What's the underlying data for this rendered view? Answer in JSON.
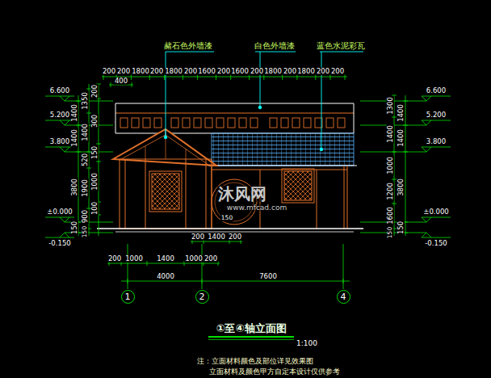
{
  "diagram": {
    "title": "①至④轴立面图",
    "nodes": [
      {
        "text": [
          "1"
        ]
      },
      {
        "text": [
          "2"
        ]
      },
      {
        "text": [
          "4"
        ]
      }
    ],
    "labels": [
      "赭石色外墙漆",
      "白色外墙漆",
      "蓝色水泥彩瓦",
      "200",
      "200",
      "1800",
      "200",
      "1800",
      "200",
      "1600",
      "200",
      "1600",
      "200",
      "1800",
      "200",
      "1800",
      "200",
      "200",
      "400",
      "6.600",
      "5.200",
      "3.800",
      "±0.000",
      "-0.150",
      "6.600",
      "5.200",
      "3.800",
      "±0.000",
      "-0.150",
      "1400",
      "1400",
      "3800",
      "150",
      "1350",
      "1400",
      "520",
      "1900",
      "900",
      "150",
      "200",
      "300",
      "150",
      "1000",
      "100",
      "1300",
      "1400",
      "1000",
      "1200",
      "1600",
      "150",
      "1400",
      "1400",
      "3800",
      "150",
      "200",
      "1400",
      "200",
      "200",
      "1000",
      "1400",
      "1000",
      "200",
      "4000",
      "7600",
      "150",
      "1:100",
      "注：立面材料颜色及部位详见效果图",
      "立面材料及颜色甲方自定本设计仅供参考",
      "沐风网",
      "www.mfcad.com"
    ]
  }
}
